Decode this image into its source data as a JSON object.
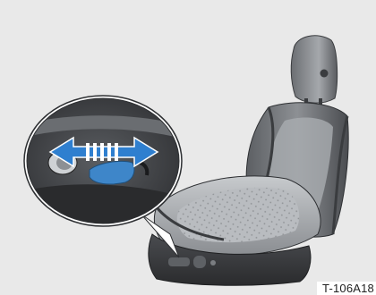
{
  "figure": {
    "id_label": "T-106A18",
    "subject": "seat-illustration",
    "detail_callout": "seat-adjust-switch-zoom",
    "arrows": "double-headed-left-right-arrow",
    "colors": {
      "background": "#e9e9e9",
      "arrow": "#2f7fcf",
      "switch_highlight": "#3e86c9",
      "seat_dark": "#3b3d40",
      "seat_mid": "#6e7074",
      "seat_light": "#b9bcc0"
    }
  }
}
